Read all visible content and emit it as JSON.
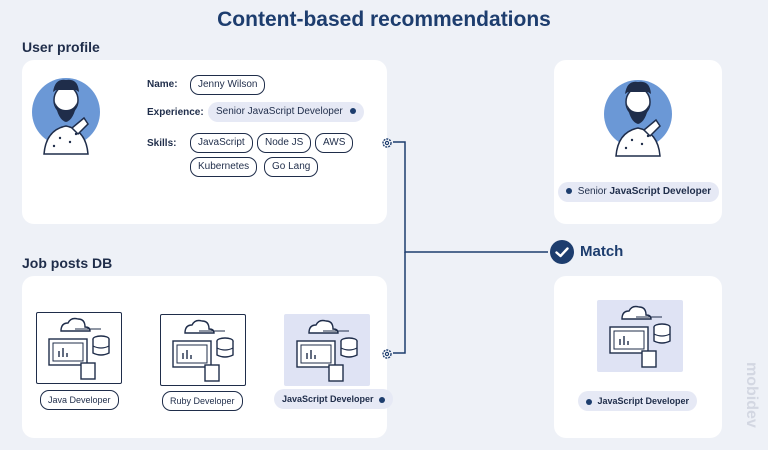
{
  "title": "Content-based recommendations",
  "user_profile": {
    "section_label": "User profile",
    "name_label": "Name:",
    "name_value": "Jenny Wilson",
    "experience_label": "Experience:",
    "experience_value": "Senior JavaScript Developer",
    "skills_label": "Skills:",
    "skills": [
      "JavaScript",
      "Node JS",
      "AWS",
      "Kubernetes",
      "Go Lang"
    ]
  },
  "job_posts": {
    "section_label": "Job posts DB",
    "jobs": [
      "Java Developer",
      "Ruby Developer",
      "JavaScript Developer"
    ]
  },
  "match": {
    "label": "Match",
    "profile_title_prefix": "Senior",
    "profile_title_main": "JavaScript Developer",
    "job_title": "JavaScript Developer"
  },
  "watermark": "mobidev",
  "colors": {
    "accent": "#1d3d6e",
    "avatar_bg": "#6b98d6",
    "highlight": "#dfe3f4",
    "background": "#eef1f7"
  }
}
